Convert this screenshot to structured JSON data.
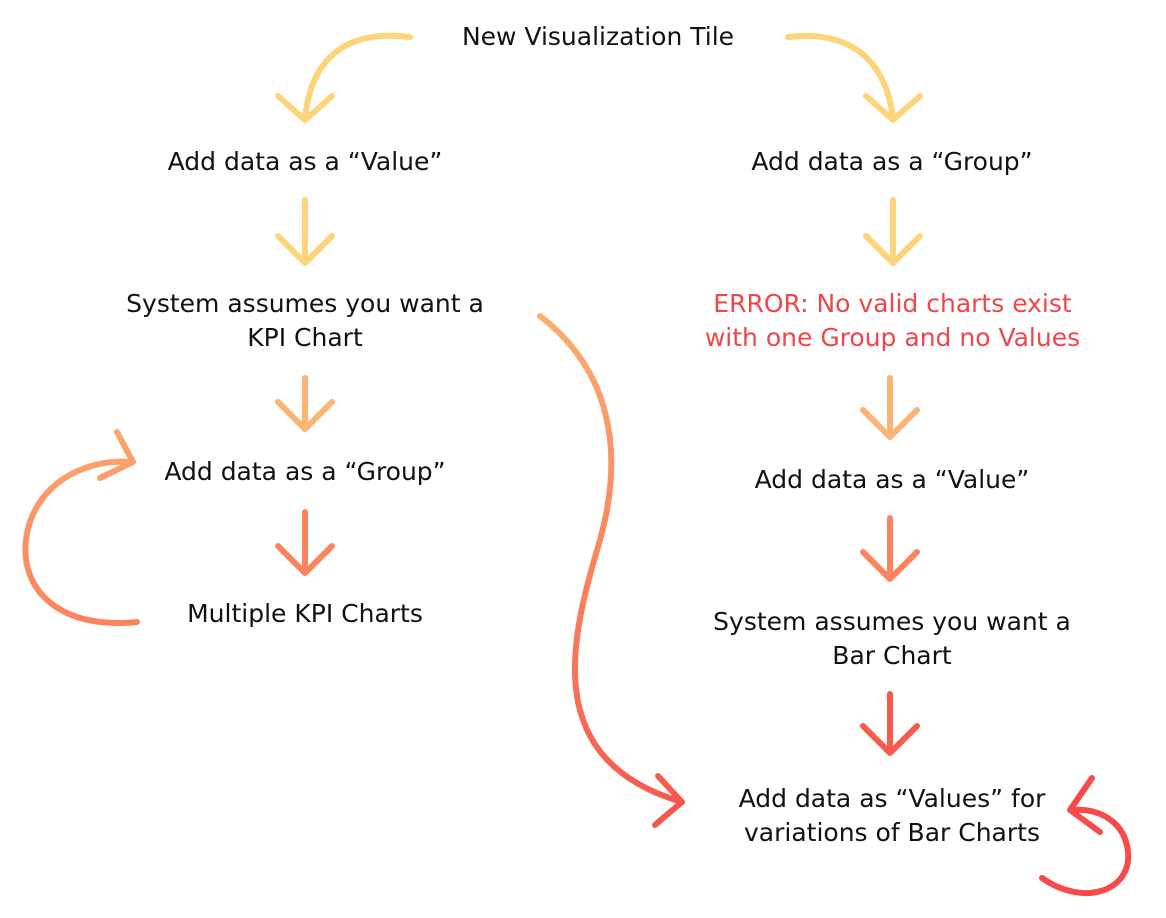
{
  "nodes": {
    "start": "New Visualization Tile",
    "left_value": "Add data as a “Value”",
    "left_kpi_line1": "System assumes you want a",
    "left_kpi_line2": "KPI Chart",
    "left_group": "Add data as a “Group”",
    "left_multiple": "Multiple KPI Charts",
    "right_group": "Add data as a “Group”",
    "right_error_line1": "ERROR: No valid charts exist",
    "right_error_line2": "with one Group and no Values",
    "right_value": "Add data as a “Value”",
    "right_bar_line1": "System assumes you want a",
    "right_bar_line2": "Bar Chart",
    "final_line1": "Add data as “Values” for",
    "final_line2": "variations of Bar Charts"
  },
  "colors": {
    "text": "#111111",
    "error": "#f0454a",
    "yellow": "#fdd47a",
    "orange": "#fba46c",
    "coral": "#fb7d5a",
    "red": "#f84a4a"
  }
}
